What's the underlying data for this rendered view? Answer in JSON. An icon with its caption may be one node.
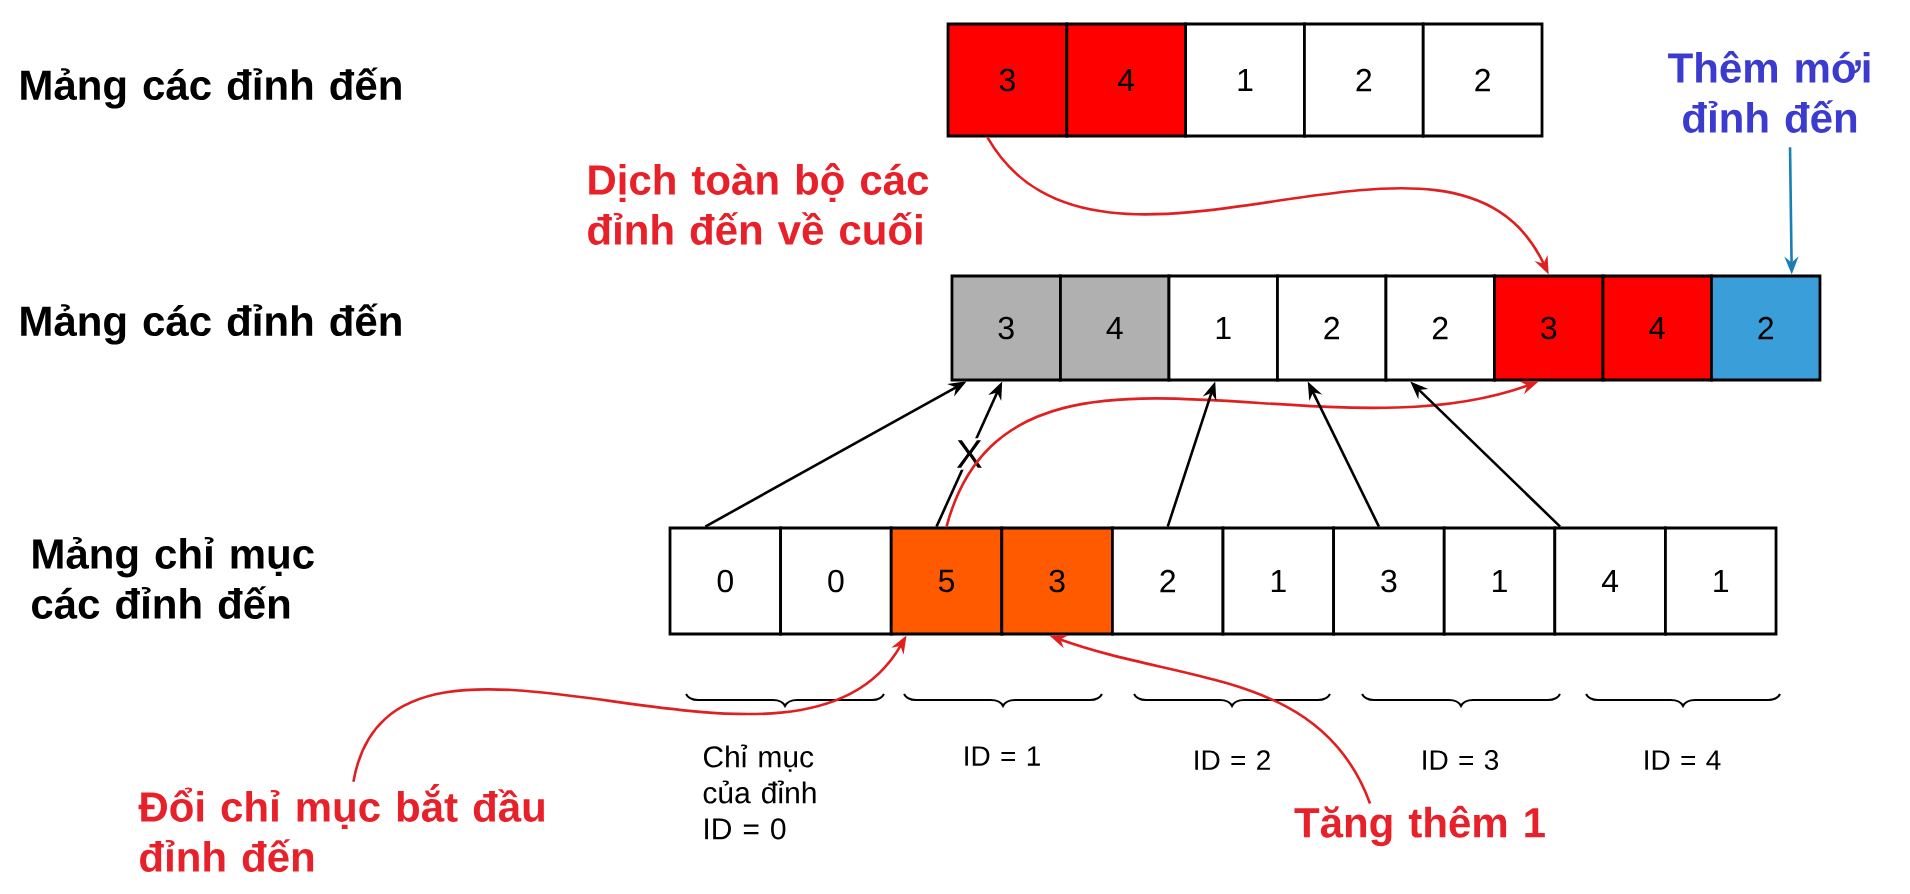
{
  "diagram": {
    "nodes": [
      {
        "text": [
          "3"
        ]
      },
      {
        "text": [
          "4"
        ]
      },
      {
        "text": [
          "1"
        ]
      },
      {
        "text": [
          "2"
        ]
      },
      {
        "text": [
          "2"
        ]
      },
      {
        "text": [
          "3"
        ]
      },
      {
        "text": [
          "4"
        ]
      },
      {
        "text": [
          "1"
        ]
      },
      {
        "text": [
          "2"
        ]
      },
      {
        "text": [
          "2"
        ]
      },
      {
        "text": [
          "3"
        ]
      },
      {
        "text": [
          "4"
        ]
      },
      {
        "text": [
          "2"
        ]
      },
      {
        "text": [
          "0"
        ]
      },
      {
        "text": [
          "0"
        ]
      },
      {
        "text": [
          "5"
        ]
      },
      {
        "text": [
          "3"
        ]
      },
      {
        "text": [
          "2"
        ]
      },
      {
        "text": [
          "1"
        ]
      },
      {
        "text": [
          "3"
        ]
      },
      {
        "text": [
          "1"
        ]
      },
      {
        "text": [
          "4"
        ]
      },
      {
        "text": [
          "1"
        ]
      },
      {
        "text": [
          "Thêm mới đỉnh đến"
        ]
      },
      {
        "text": [
          "Đổi chỉ mục bắt đầu đỉnh đến"
        ]
      },
      {
        "text": [
          "Tăng thêm 1"
        ]
      }
    ],
    "edges": [
      {
        "from": 0,
        "to": 10,
        "arrow": "to",
        "color": "#e02020"
      },
      {
        "from": 23,
        "to": 12,
        "arrow": "to",
        "color": "#1a7fb5"
      },
      {
        "from": 13,
        "to": 5,
        "arrow": "to"
      },
      {
        "from": 15,
        "to": 5,
        "arrow": "to",
        "label": "X"
      },
      {
        "from": 15,
        "to": 10,
        "arrow": "to",
        "color": "#e02020"
      },
      {
        "from": 17,
        "to": 7,
        "arrow": "to"
      },
      {
        "from": 19,
        "to": 8,
        "arrow": "to"
      },
      {
        "from": 21,
        "to": 9,
        "arrow": "to"
      },
      {
        "from": 24,
        "to": 15,
        "arrow": "to",
        "color": "#e02020"
      },
      {
        "from": 25,
        "to": 16,
        "arrow": "to",
        "color": "#e02020"
      }
    ],
    "labels": [
      "Mảng các đỉnh đến",
      "Dịch toàn bộ các đỉnh đến về cuối",
      "Mảng các đỉnh đến",
      "Mảng chỉ mục các đỉnh đến",
      "Chỉ mục của đỉnh ID = 0",
      "ID = 1",
      "ID = 2",
      "ID = 3",
      "ID = 4"
    ]
  }
}
